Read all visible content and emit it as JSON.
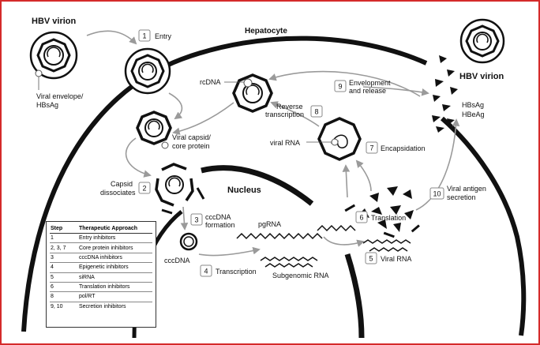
{
  "labels": {
    "hbv_virion_left": "HBV virion",
    "viral_envelope_1": "Viral envelope/",
    "viral_envelope_2": "HBsAg",
    "hepatocyte": "Hepatocyte",
    "rcdna": "rcDNA",
    "viral_capsid_1": "Viral capsid/",
    "viral_capsid_2": "core protein",
    "capsid_dissociates_1": "Capsid",
    "capsid_dissociates_2": "dissociates",
    "nucleus": "Nucleus",
    "cccdna_formation_1": "cccDNA",
    "cccdna_formation_2": "formation",
    "cccdna": "cccDNA",
    "transcription": "Transcription",
    "pgrna": "pgRNA",
    "subgenomic_rna": "Subgenomic RNA",
    "viral_rna_bottom": "Viral RNA",
    "translation": "Translation",
    "viral_rna_top": "viral RNA",
    "encapsidation": "Encapsidation",
    "reverse_transcription_1": "Reverse",
    "reverse_transcription_2": "transcription",
    "envelopment_1": "Envelopment",
    "envelopment_2": "and release",
    "hbv_virion_right": "HBV virion",
    "hbsag": "HBsAg",
    "hbeag": "HBeAg",
    "viral_antigen_1": "Viral antigen",
    "viral_antigen_2": "secretion",
    "entry": "Entry"
  },
  "steps": [
    "1",
    "2",
    "3",
    "4",
    "5",
    "6",
    "7",
    "8",
    "9",
    "10"
  ],
  "legend": {
    "header_step": "Step",
    "header_approach": "Therapeutic Approach",
    "rows": [
      {
        "step": "1",
        "approach": "Entry inhibitors"
      },
      {
        "step": "2, 3, 7",
        "approach": "Core protein inhibitors"
      },
      {
        "step": "3",
        "approach": "cccDNA inhibitors"
      },
      {
        "step": "4",
        "approach": "Epigenetic inhibitors"
      },
      {
        "step": "5",
        "approach": "siRNA"
      },
      {
        "step": "6",
        "approach": "Translation inhibitors"
      },
      {
        "step": "8",
        "approach": "pol/RT"
      },
      {
        "step": "9, 10",
        "approach": "Secretion inhibitors"
      }
    ]
  },
  "colors": {
    "frame": "#d42a2a",
    "arrow": "#9a9a9a",
    "ink": "#111111"
  }
}
